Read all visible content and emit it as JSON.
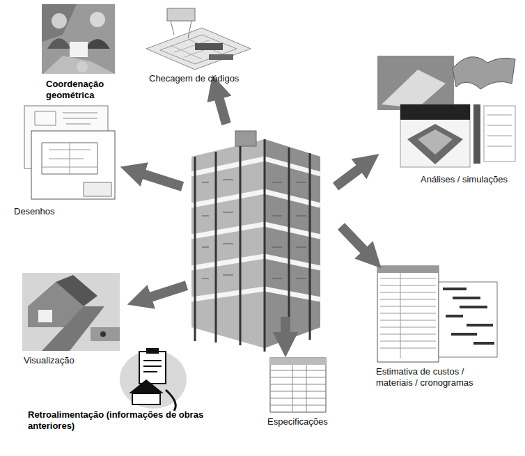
{
  "diagram": {
    "labels": [
      "Coordenação geométrica",
      "Checagem de códigos",
      "Análises / simulações",
      "Desenhos",
      "Estimativa de custos / materiais / cronogramas",
      "Visualização",
      "Retroalimentação (informações de obras anteriores)",
      "Especificações"
    ]
  }
}
